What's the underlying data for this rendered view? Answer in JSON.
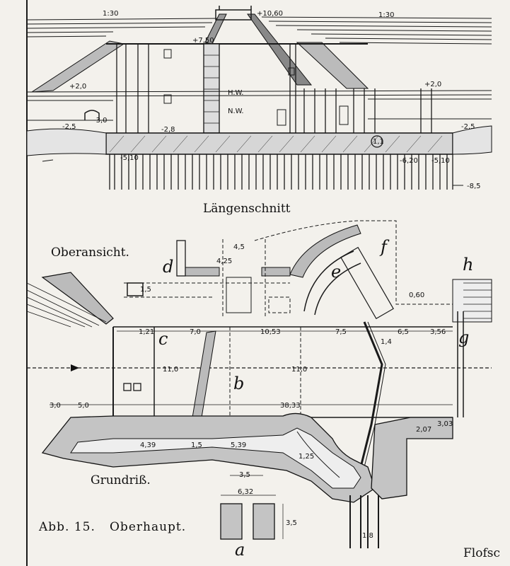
{
  "sections": {
    "longitudinal": {
      "title": "Längenschnitt",
      "slope_left": "1:30",
      "slope_right": "1:30",
      "elevations": [
        "+10,60",
        "+7,50",
        "+2,0",
        "+2,0",
        "-3,0",
        "-2,5",
        "-2,8",
        "-2,5",
        "-5,10",
        "-5,10",
        "-6,20",
        "-8,5",
        "1,1"
      ],
      "water_levels": [
        "H.W.",
        "N.W."
      ]
    },
    "plan": {
      "top_view_title": "Oberansicht.",
      "ground_plan_title": "Grundriß.",
      "section_letters": [
        "d",
        "f",
        "e",
        "h",
        "g",
        "c",
        "b",
        "a"
      ],
      "dimensions_top": [
        "4,5",
        "4,25",
        "1,5",
        "0,60"
      ],
      "dimensions_main": [
        "1,21",
        "7,0",
        "10,53",
        "7,5",
        "6,5",
        "3,56",
        "1,4"
      ],
      "dimensions_vertical": [
        "11,0",
        "11,0"
      ],
      "dimensions_lower": [
        "3,0",
        "5,0",
        "38,33",
        "4,39",
        "1,5",
        "5,39",
        "1,25",
        "2,07",
        "3,03"
      ],
      "dimensions_bottom": [
        "3,5",
        "6,32",
        "3,5",
        "1,8"
      ]
    }
  },
  "caption": {
    "figure": "Abb. 15.",
    "name": "Oberhaupt."
  },
  "cutoff_text": "Flofsc"
}
